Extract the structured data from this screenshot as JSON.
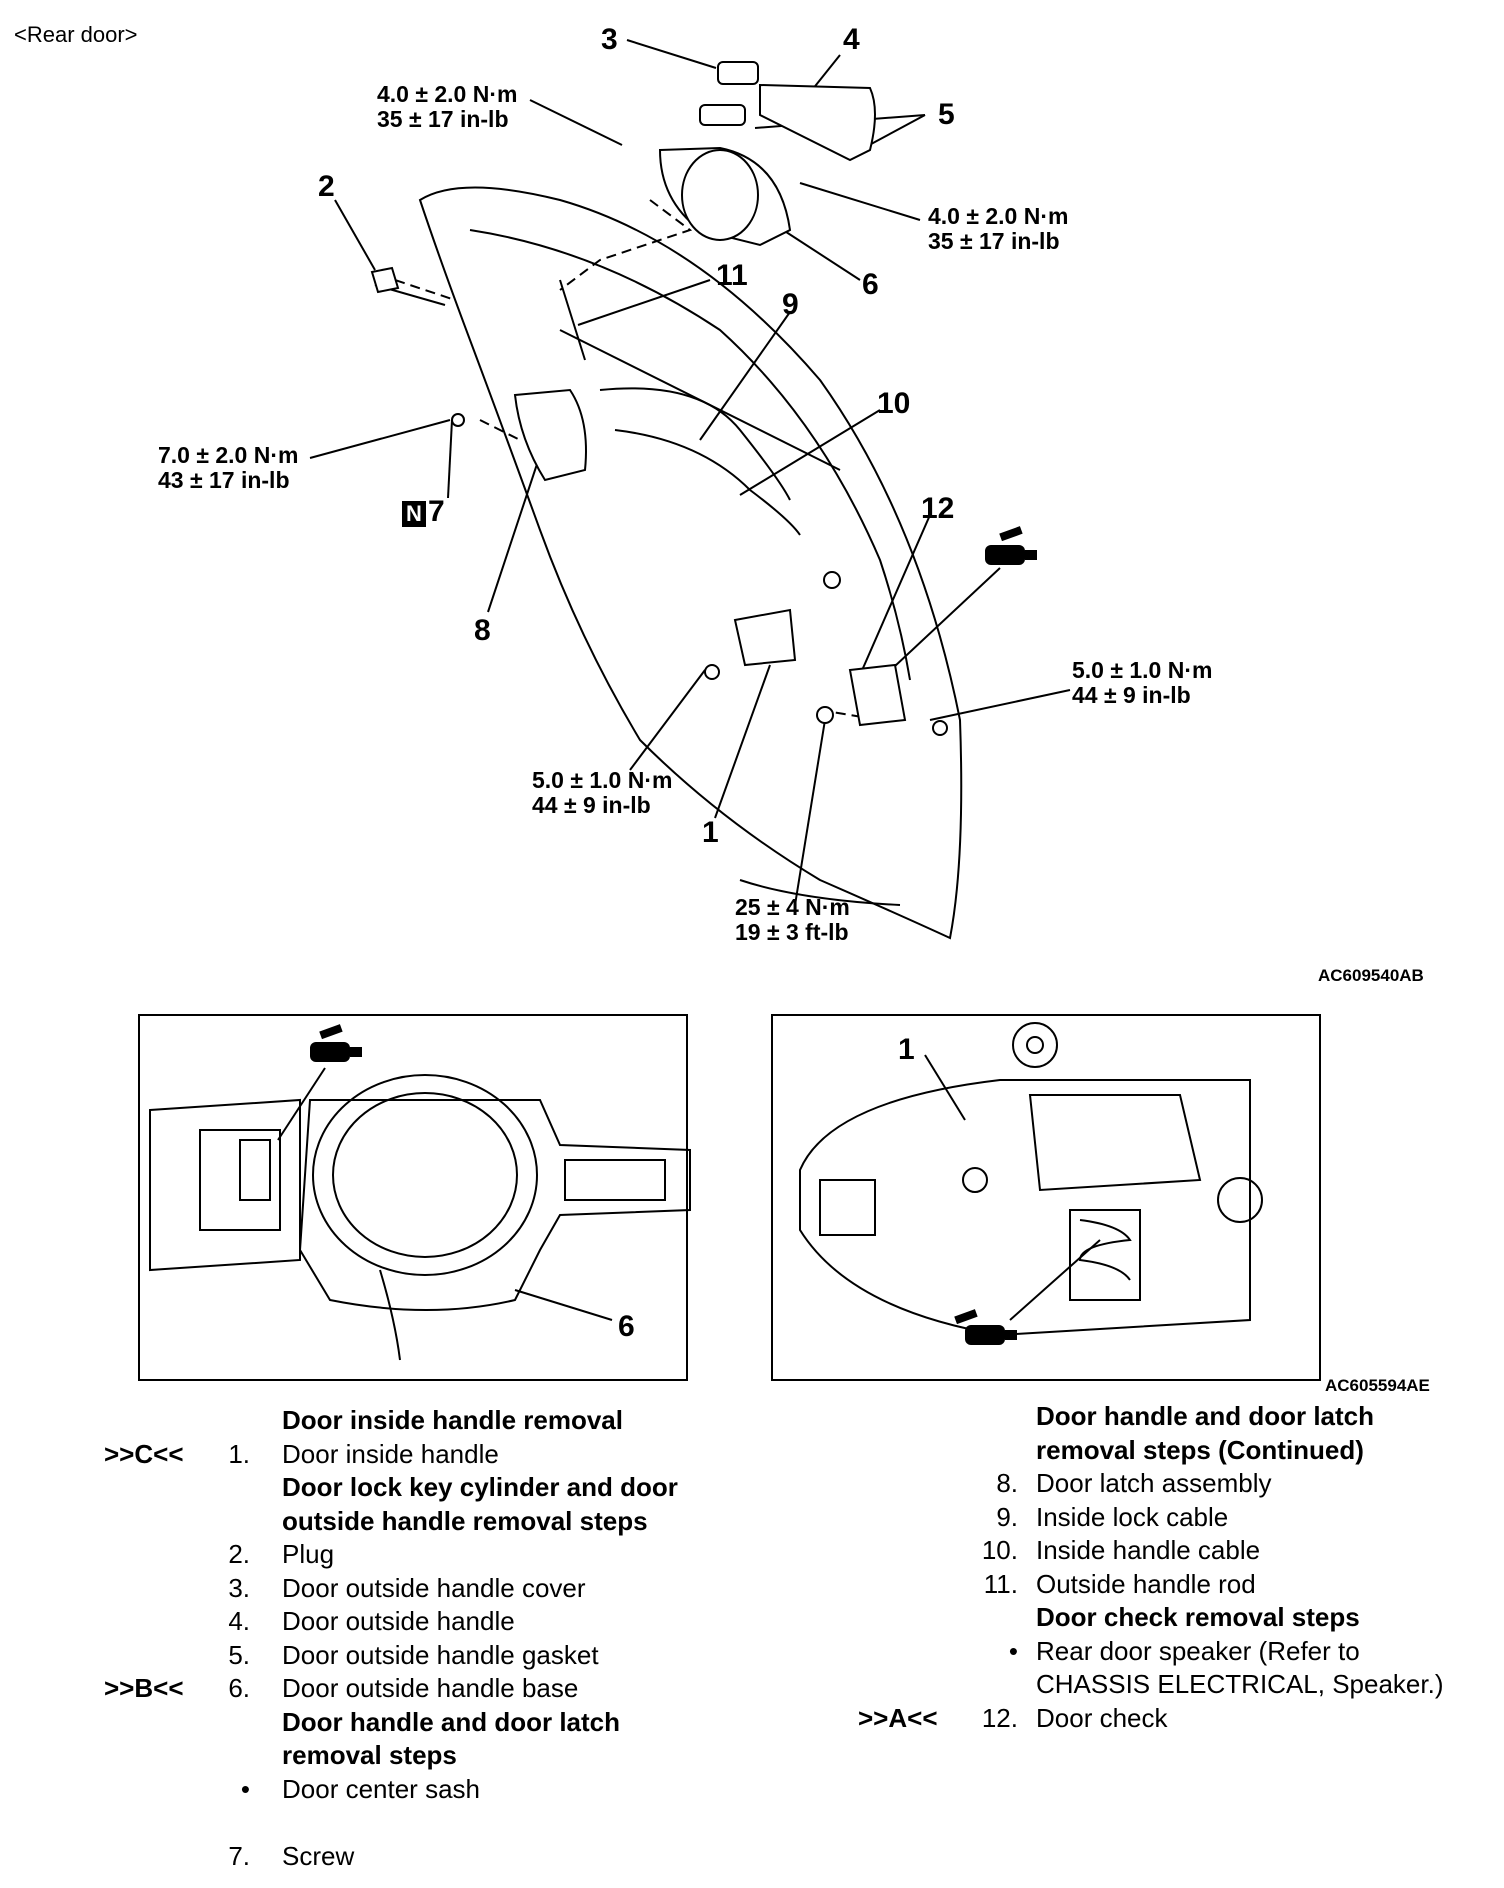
{
  "title": "<Rear door>",
  "callouts": {
    "c1": "1",
    "c2": "2",
    "c3": "3",
    "c4": "4",
    "c5": "5",
    "c6": "6",
    "c7": "7",
    "c8": "8",
    "c9": "9",
    "c10": "10",
    "c11": "11",
    "c12": "12",
    "n_badge": "N",
    "inset_right_1": "1",
    "inset_left_6": "6"
  },
  "torques": {
    "t_handle_top_left": [
      "4.0 ± 2.0 N·m",
      "35 ± 17 in-lb"
    ],
    "t_handle_right": [
      "4.0 ± 2.0 N·m",
      "35 ± 17 in-lb"
    ],
    "t_latch": [
      "7.0 ± 2.0 N·m",
      "43 ± 17 in-lb"
    ],
    "t_inside_handle": [
      "5.0 ± 1.0 N·m",
      "44 ± 9 in-lb"
    ],
    "t_check_right": [
      "5.0 ± 1.0 N·m",
      "44 ± 9 in-lb"
    ],
    "t_check_bottom": [
      "25 ± 4 N·m",
      "19 ± 3 ft-lb"
    ]
  },
  "figure_refs": {
    "main": "AC609540AB",
    "insets": "AC605594AE"
  },
  "steps_left": [
    {
      "mark": "",
      "num": "",
      "text": "Door inside handle removal",
      "heading": true
    },
    {
      "mark": ">>C<<",
      "num": "1.",
      "text": "Door inside handle",
      "heading": false
    },
    {
      "mark": "",
      "num": "",
      "text": "Door lock key cylinder and door",
      "heading": true
    },
    {
      "mark": "",
      "num": "",
      "text": "outside handle removal steps",
      "heading": true
    },
    {
      "mark": "",
      "num": "2.",
      "text": "Plug",
      "heading": false
    },
    {
      "mark": "",
      "num": "3.",
      "text": "Door outside handle cover",
      "heading": false
    },
    {
      "mark": "",
      "num": "4.",
      "text": "Door outside handle",
      "heading": false
    },
    {
      "mark": "",
      "num": "5.",
      "text": "Door outside handle gasket",
      "heading": false
    },
    {
      "mark": ">>B<<",
      "num": "6.",
      "text": "Door outside handle base",
      "heading": false
    },
    {
      "mark": "",
      "num": "",
      "text": "Door handle and door latch",
      "heading": true
    },
    {
      "mark": "",
      "num": "",
      "text": "removal steps",
      "heading": true
    },
    {
      "mark": "",
      "num": "•",
      "text": "Door center sash",
      "heading": false
    },
    {
      "mark": "",
      "num": "",
      "text": "",
      "heading": false
    },
    {
      "mark": "",
      "num": "7.",
      "text": "Screw",
      "heading": false
    }
  ],
  "steps_right": [
    {
      "mark": "",
      "num": "",
      "text": "Door handle and door latch",
      "heading": true
    },
    {
      "mark": "",
      "num": "",
      "text": "removal steps (Continued)",
      "heading": true
    },
    {
      "mark": "",
      "num": "8.",
      "text": "Door latch assembly",
      "heading": false
    },
    {
      "mark": "",
      "num": "9.",
      "text": "Inside lock cable",
      "heading": false
    },
    {
      "mark": "",
      "num": "10.",
      "text": "Inside handle cable",
      "heading": false
    },
    {
      "mark": "",
      "num": "11.",
      "text": "Outside handle rod",
      "heading": false
    },
    {
      "mark": "",
      "num": "",
      "text": "Door check removal steps",
      "heading": true
    },
    {
      "mark": "",
      "num": "•",
      "text": "Rear door speaker (Refer to",
      "heading": false
    },
    {
      "mark": "",
      "num": "",
      "text": "CHASSIS ELECTRICAL, Speaker.)",
      "heading": false
    },
    {
      "mark": ">>A<<",
      "num": "12.",
      "text": "Door check",
      "heading": false
    }
  ]
}
